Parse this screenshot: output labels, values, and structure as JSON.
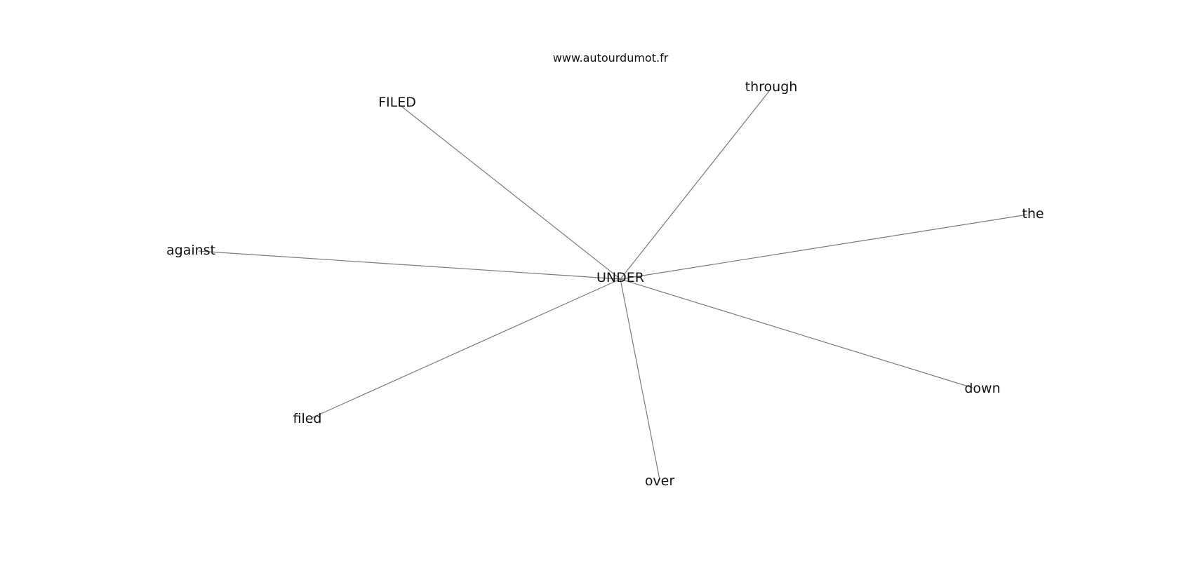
{
  "watermark": "www.autourdumot.fr",
  "center": {
    "id": "UNDER",
    "label": "UNDER"
  },
  "nodes": [
    {
      "id": "FILED",
      "label": "FILED"
    },
    {
      "id": "through",
      "label": "through"
    },
    {
      "id": "the",
      "label": "the"
    },
    {
      "id": "against",
      "label": "against"
    },
    {
      "id": "down",
      "label": "down"
    },
    {
      "id": "filed",
      "label": "filed"
    },
    {
      "id": "over",
      "label": "over"
    }
  ],
  "edges": [
    {
      "from": "UNDER",
      "to": "FILED"
    },
    {
      "from": "UNDER",
      "to": "through"
    },
    {
      "from": "UNDER",
      "to": "the"
    },
    {
      "from": "UNDER",
      "to": "against"
    },
    {
      "from": "UNDER",
      "to": "down"
    },
    {
      "from": "UNDER",
      "to": "filed"
    },
    {
      "from": "UNDER",
      "to": "over"
    }
  ]
}
